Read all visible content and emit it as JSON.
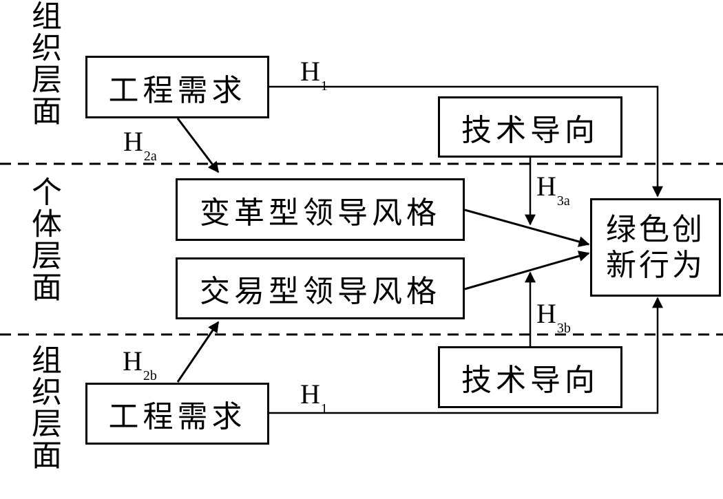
{
  "side_labels": {
    "top": "组织层面",
    "middle": "个体层面",
    "bottom": "组织层面"
  },
  "boxes": {
    "engineering_demand_top": "工程需求",
    "tech_orientation_top": "技术导向",
    "transformational_leadership": "变革型领导风格",
    "transactional_leadership": "交易型领导风格",
    "green_innovation_behavior": "绿色创新行为",
    "tech_orientation_bottom": "技术导向",
    "engineering_demand_bottom": "工程需求"
  },
  "hypotheses": {
    "h1_top": {
      "base": "H",
      "sub": "1"
    },
    "h2a": {
      "base": "H",
      "sub": "2a"
    },
    "h3a": {
      "base": "H",
      "sub": "3a"
    },
    "h3b": {
      "base": "H",
      "sub": "3b"
    },
    "h2b": {
      "base": "H",
      "sub": "2b"
    },
    "h1_bottom": {
      "base": "H",
      "sub": "1"
    }
  },
  "colors": {
    "line": "#000000",
    "background": "#ffffff"
  }
}
